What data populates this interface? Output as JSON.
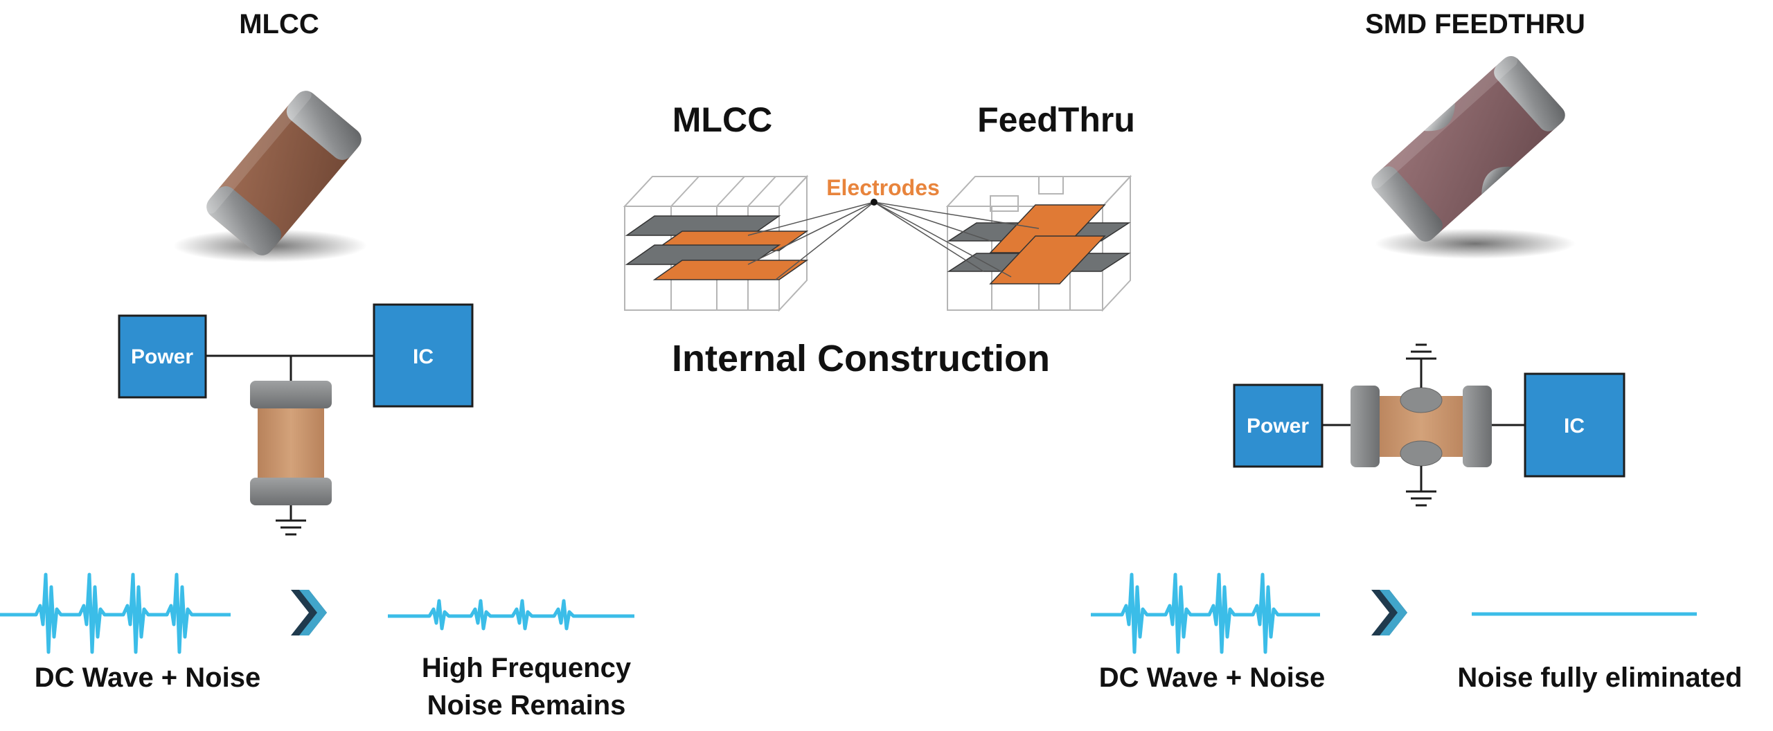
{
  "left": {
    "title": "MLCC",
    "power_label": "Power",
    "ic_label": "IC",
    "input_label": "DC Wave + Noise",
    "output_label_line1": "High Frequency",
    "output_label_line2": "Noise Remains"
  },
  "center": {
    "mlcc_label": "MLCC",
    "feedthru_label": "FeedThru",
    "electrodes_label": "Electrodes",
    "caption": "Internal Construction"
  },
  "right": {
    "title": "SMD FEEDTHRU",
    "power_label": "Power",
    "ic_label": "IC",
    "input_label": "DC Wave + Noise",
    "output_label": "Noise fully eliminated"
  },
  "colors": {
    "block_blue": "#2f8fd0",
    "block_border": "#1d1d1d",
    "electrode_orange": "#e07a35",
    "electrode_label": "#e8843c",
    "plate_gray": "#6e7274",
    "terminal_gray": "#8a8c8d",
    "body_tan": "#c9946a",
    "chip_brown": "#8a5a45",
    "chip_purple_brown": "#7d5a5e",
    "signal_cyan": "#3bbde8",
    "arrow_dark": "#1f3a4d",
    "arrow_cyan": "#48b9e0"
  },
  "icons": {
    "arrow": "chevron-right-icon",
    "ground": "ground-icon"
  }
}
